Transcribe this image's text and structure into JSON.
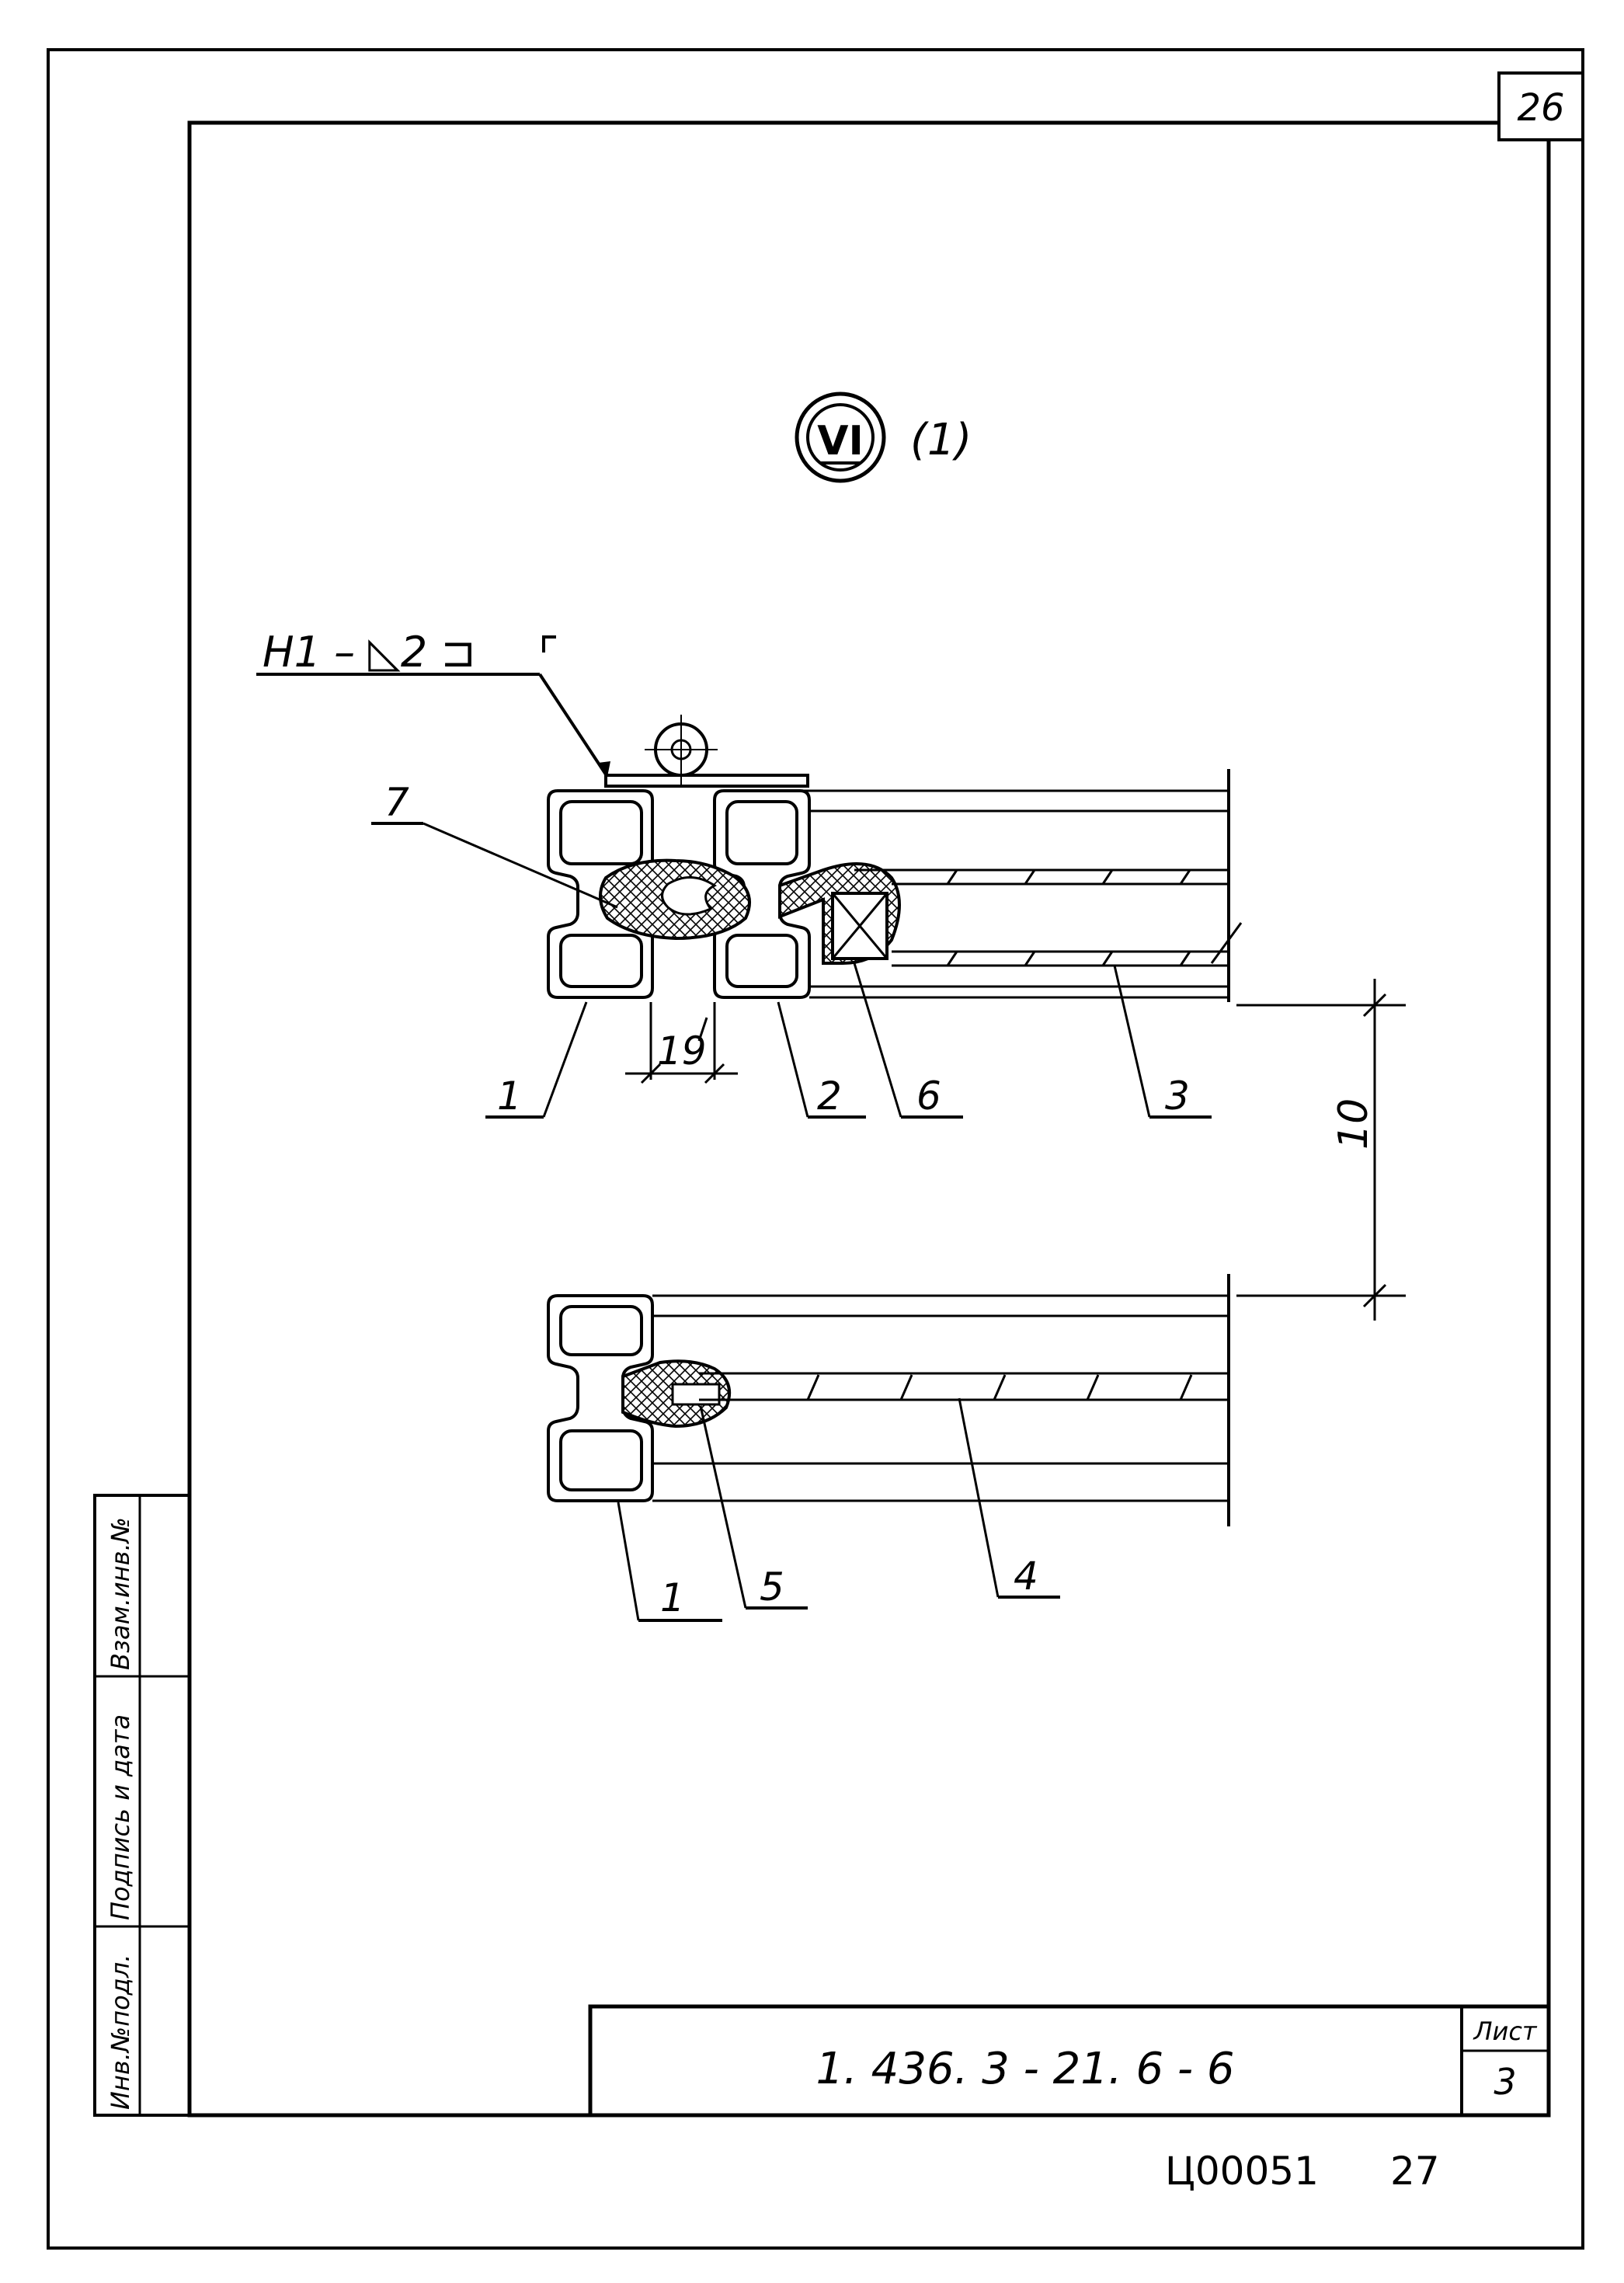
{
  "sheet": {
    "corner_number": "26",
    "footer_stamp": "Ц00051",
    "footer_page": "27"
  },
  "detail": {
    "mark": "VI",
    "mark_suffix": "(1)",
    "weld_note": "Н1 – ◺2 ⊐"
  },
  "callouts": {
    "top_1": "1",
    "top_2": "2",
    "top_3": "3",
    "top_6": "6",
    "top_7": "7",
    "bottom_1": "1",
    "bottom_4": "4",
    "bottom_5": "5"
  },
  "dimensions": {
    "gap": "19",
    "offset": "10"
  },
  "side_stamp": {
    "col1": "Инв.№подл.",
    "col2": "Подпись и дата",
    "col3": "Взам.инв.№"
  },
  "title_block": {
    "designation": "1. 436. 3 - 21. 6 - 6",
    "sheet_label": "Лист",
    "sheet_number": "3"
  }
}
